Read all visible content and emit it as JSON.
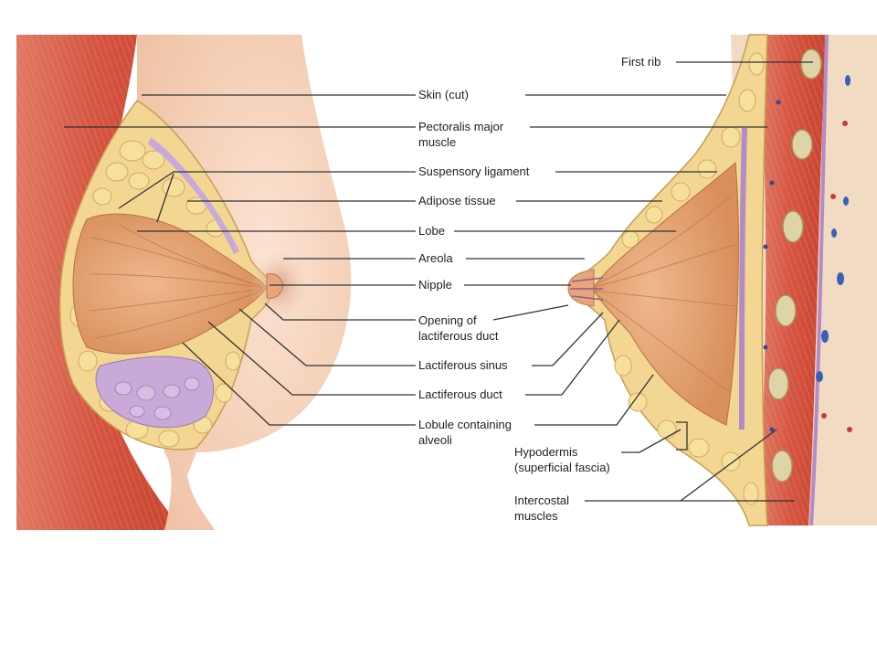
{
  "labels": {
    "skin_cut": "Skin (cut)",
    "pectoralis_1": "Pectoralis major",
    "pectoralis_2": "muscle",
    "suspensory": "Suspensory ligament",
    "adipose": "Adipose tissue",
    "lobe": "Lobe",
    "areola": "Areola",
    "nipple": "Nipple",
    "opening_1": "Opening of",
    "opening_2": "lactiferous duct",
    "sinus": "Lactiferous sinus",
    "duct": "Lactiferous duct",
    "lobule_1": "Lobule containing",
    "lobule_2": "alveoli",
    "first_rib": "First rib",
    "hypodermis_1": "Hypodermis",
    "hypodermis_2": "(superficial fascia)",
    "intercostal_1": "Intercostal",
    "intercostal_2": "muscles"
  },
  "colors": {
    "muscle": "#d95a45",
    "skin": "#f6d2bb",
    "adipose": "#f1d48e",
    "glandular": "#e5a677",
    "lavender": "#c6a8d6",
    "rib": "#d9cfa8",
    "leader": "#333333"
  }
}
